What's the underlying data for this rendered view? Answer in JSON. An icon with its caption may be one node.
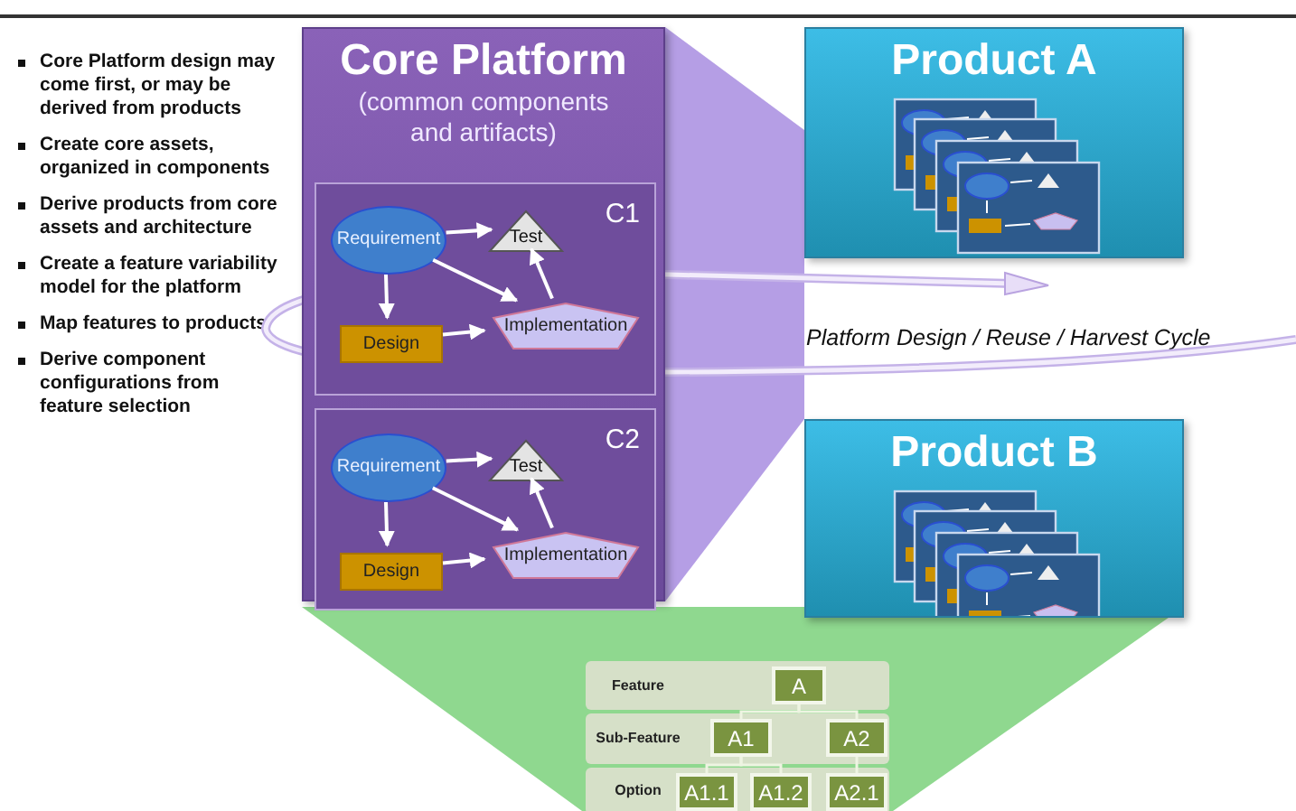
{
  "diagram": {
    "nodes": [
      {
        "text": [
          "Core Platform",
          "(common components and artifacts)"
        ]
      },
      {
        "text": [
          "C1"
        ],
        "in": 0
      },
      {
        "text": [
          "Requirement"
        ],
        "in": 1
      },
      {
        "text": [
          "Test"
        ],
        "in": 1
      },
      {
        "text": [
          "Design"
        ],
        "in": 1
      },
      {
        "text": [
          "Implementation"
        ],
        "in": 1
      },
      {
        "text": [
          "C2"
        ],
        "in": 0
      },
      {
        "text": [
          "Requirement"
        ],
        "in": 6
      },
      {
        "text": [
          "Test"
        ],
        "in": 6
      },
      {
        "text": [
          "Design"
        ],
        "in": 6
      },
      {
        "text": [
          "Implementation"
        ],
        "in": 6
      },
      {
        "text": [
          "Product A"
        ]
      },
      {
        "text": [
          "Product B"
        ]
      },
      {
        "text": [
          "Feature"
        ]
      },
      {
        "text": [
          "Sub-Feature"
        ]
      },
      {
        "text": [
          "Option"
        ]
      },
      {
        "text": [
          "A"
        ],
        "in": 13
      },
      {
        "text": [
          "A1"
        ],
        "in": 14
      },
      {
        "text": [
          "A2"
        ],
        "in": 14
      },
      {
        "text": [
          "A1.1"
        ],
        "in": 15
      },
      {
        "text": [
          "A1.2"
        ],
        "in": 15
      },
      {
        "text": [
          "A2.1"
        ],
        "in": 15
      }
    ],
    "edges": [
      {
        "from": 2,
        "to": 3,
        "arrow": "to"
      },
      {
        "from": 2,
        "to": 4,
        "arrow": "to"
      },
      {
        "from": 2,
        "to": 5,
        "arrow": "to"
      },
      {
        "from": 4,
        "to": 5,
        "arrow": "to"
      },
      {
        "from": 5,
        "to": 3,
        "arrow": "to"
      },
      {
        "from": 7,
        "to": 8,
        "arrow": "to"
      },
      {
        "from": 7,
        "to": 9,
        "arrow": "to"
      },
      {
        "from": 7,
        "to": 10,
        "arrow": "to"
      },
      {
        "from": 9,
        "to": 10,
        "arrow": "to"
      },
      {
        "from": 10,
        "to": 8,
        "arrow": "to"
      },
      {
        "from": 16,
        "to": 17,
        "arrow": "none"
      },
      {
        "from": 16,
        "to": 18,
        "arrow": "none"
      },
      {
        "from": 17,
        "to": 19,
        "arrow": "none"
      },
      {
        "from": 17,
        "to": 20,
        "arrow": "none"
      },
      {
        "from": 18,
        "to": 21,
        "arrow": "none"
      }
    ],
    "labels": [
      "Core Platform design may come first, or may be derived from products",
      "Create core assets, organized in components",
      "Derive products from core assets and architecture",
      "Create a feature variability model for the platform",
      "Map features to products",
      "Derive component configurations from feature selection",
      "Platform Design / Reuse / Harvest Cycle"
    ]
  }
}
